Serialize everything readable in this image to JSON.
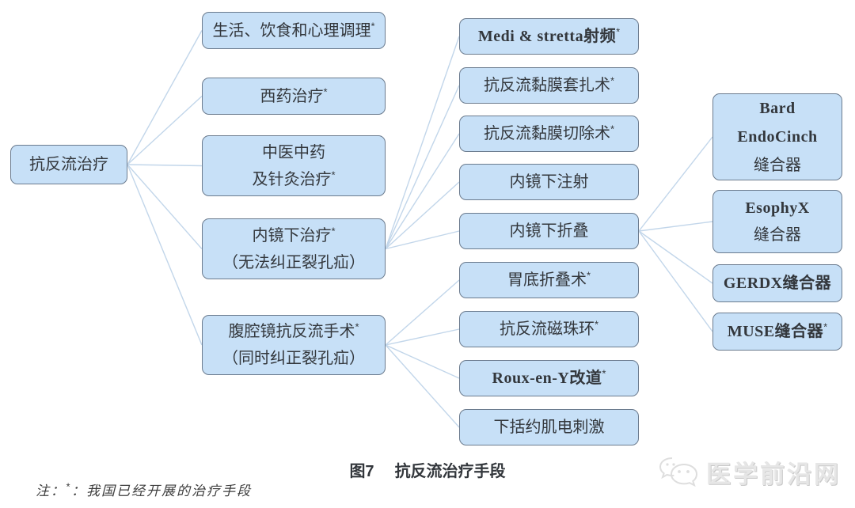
{
  "figure": {
    "caption_fig": "图7",
    "caption_text": "抗反流治疗手段",
    "note_prefix": "注：",
    "note_mark": "*",
    "note_suffix": "：我国已经开展的治疗手段",
    "watermark_text": "医学前沿网",
    "watermark_icon": "chat-bubbles-icon"
  },
  "colors": {
    "node_fill": "#c7e0f7",
    "node_border": "#6b7b8e",
    "edge": "#c2d6ea",
    "text": "#33373c",
    "watermark": "#e6e6e6"
  },
  "nodes": {
    "root": {
      "lines": [
        {
          "text": "抗反流治疗",
          "mark": ""
        }
      ]
    },
    "l2_0": {
      "lines": [
        {
          "text": "生活、饮食和心理调理",
          "mark": "*"
        }
      ]
    },
    "l2_1": {
      "lines": [
        {
          "text": "西药治疗",
          "mark": "*"
        }
      ]
    },
    "l2_2": {
      "lines": [
        {
          "text": "中医中药",
          "mark": ""
        },
        {
          "text": "及针灸治疗",
          "mark": "*"
        }
      ]
    },
    "l2_3": {
      "lines": [
        {
          "text": "内镜下治疗",
          "mark": "*"
        },
        {
          "text": "（无法纠正裂孔疝）",
          "mark": ""
        }
      ]
    },
    "l2_4": {
      "lines": [
        {
          "text": "腹腔镜抗反流手术",
          "mark": "*"
        },
        {
          "text": "（同时纠正裂孔疝）",
          "mark": ""
        }
      ]
    },
    "l3_0": {
      "lines": [
        {
          "text": "Medi & stretta射频",
          "mark": "*"
        }
      ]
    },
    "l3_1": {
      "lines": [
        {
          "text": "抗反流黏膜套扎术",
          "mark": "*"
        }
      ]
    },
    "l3_2": {
      "lines": [
        {
          "text": "抗反流黏膜切除术",
          "mark": "*"
        }
      ]
    },
    "l3_3": {
      "lines": [
        {
          "text": "内镜下注射",
          "mark": ""
        }
      ]
    },
    "l3_4": {
      "lines": [
        {
          "text": "内镜下折叠",
          "mark": ""
        }
      ]
    },
    "l3_5": {
      "lines": [
        {
          "text": "胃底折叠术",
          "mark": "*"
        }
      ]
    },
    "l3_6": {
      "lines": [
        {
          "text": "抗反流磁珠环",
          "mark": "*"
        }
      ]
    },
    "l3_7": {
      "lines": [
        {
          "text": "Roux-en-Y改道",
          "mark": "*"
        }
      ]
    },
    "l3_8": {
      "lines": [
        {
          "text": "下括约肌电刺激",
          "mark": ""
        }
      ]
    },
    "l4_0": {
      "lines": [
        {
          "text": "Bard",
          "mark": ""
        },
        {
          "text": "EndoCinch",
          "mark": ""
        },
        {
          "text": "缝合器",
          "mark": ""
        }
      ]
    },
    "l4_1": {
      "lines": [
        {
          "text": "EsophyX",
          "mark": ""
        },
        {
          "text": "缝合器",
          "mark": ""
        }
      ]
    },
    "l4_2": {
      "lines": [
        {
          "text": "GERDX缝合器",
          "mark": ""
        }
      ]
    },
    "l4_3": {
      "lines": [
        {
          "text": "MUSE缝合器",
          "mark": "*"
        }
      ]
    }
  },
  "edges": [
    [
      "root",
      "l2_0"
    ],
    [
      "root",
      "l2_1"
    ],
    [
      "root",
      "l2_2"
    ],
    [
      "root",
      "l2_3"
    ],
    [
      "root",
      "l2_4"
    ],
    [
      "l2_3",
      "l3_0"
    ],
    [
      "l2_3",
      "l3_1"
    ],
    [
      "l2_3",
      "l3_2"
    ],
    [
      "l2_3",
      "l3_3"
    ],
    [
      "l2_3",
      "l3_4"
    ],
    [
      "l2_4",
      "l3_5"
    ],
    [
      "l2_4",
      "l3_6"
    ],
    [
      "l2_4",
      "l3_7"
    ],
    [
      "l2_4",
      "l3_8"
    ],
    [
      "l3_4",
      "l4_0"
    ],
    [
      "l3_4",
      "l4_1"
    ],
    [
      "l3_4",
      "l4_2"
    ],
    [
      "l3_4",
      "l4_3"
    ]
  ]
}
